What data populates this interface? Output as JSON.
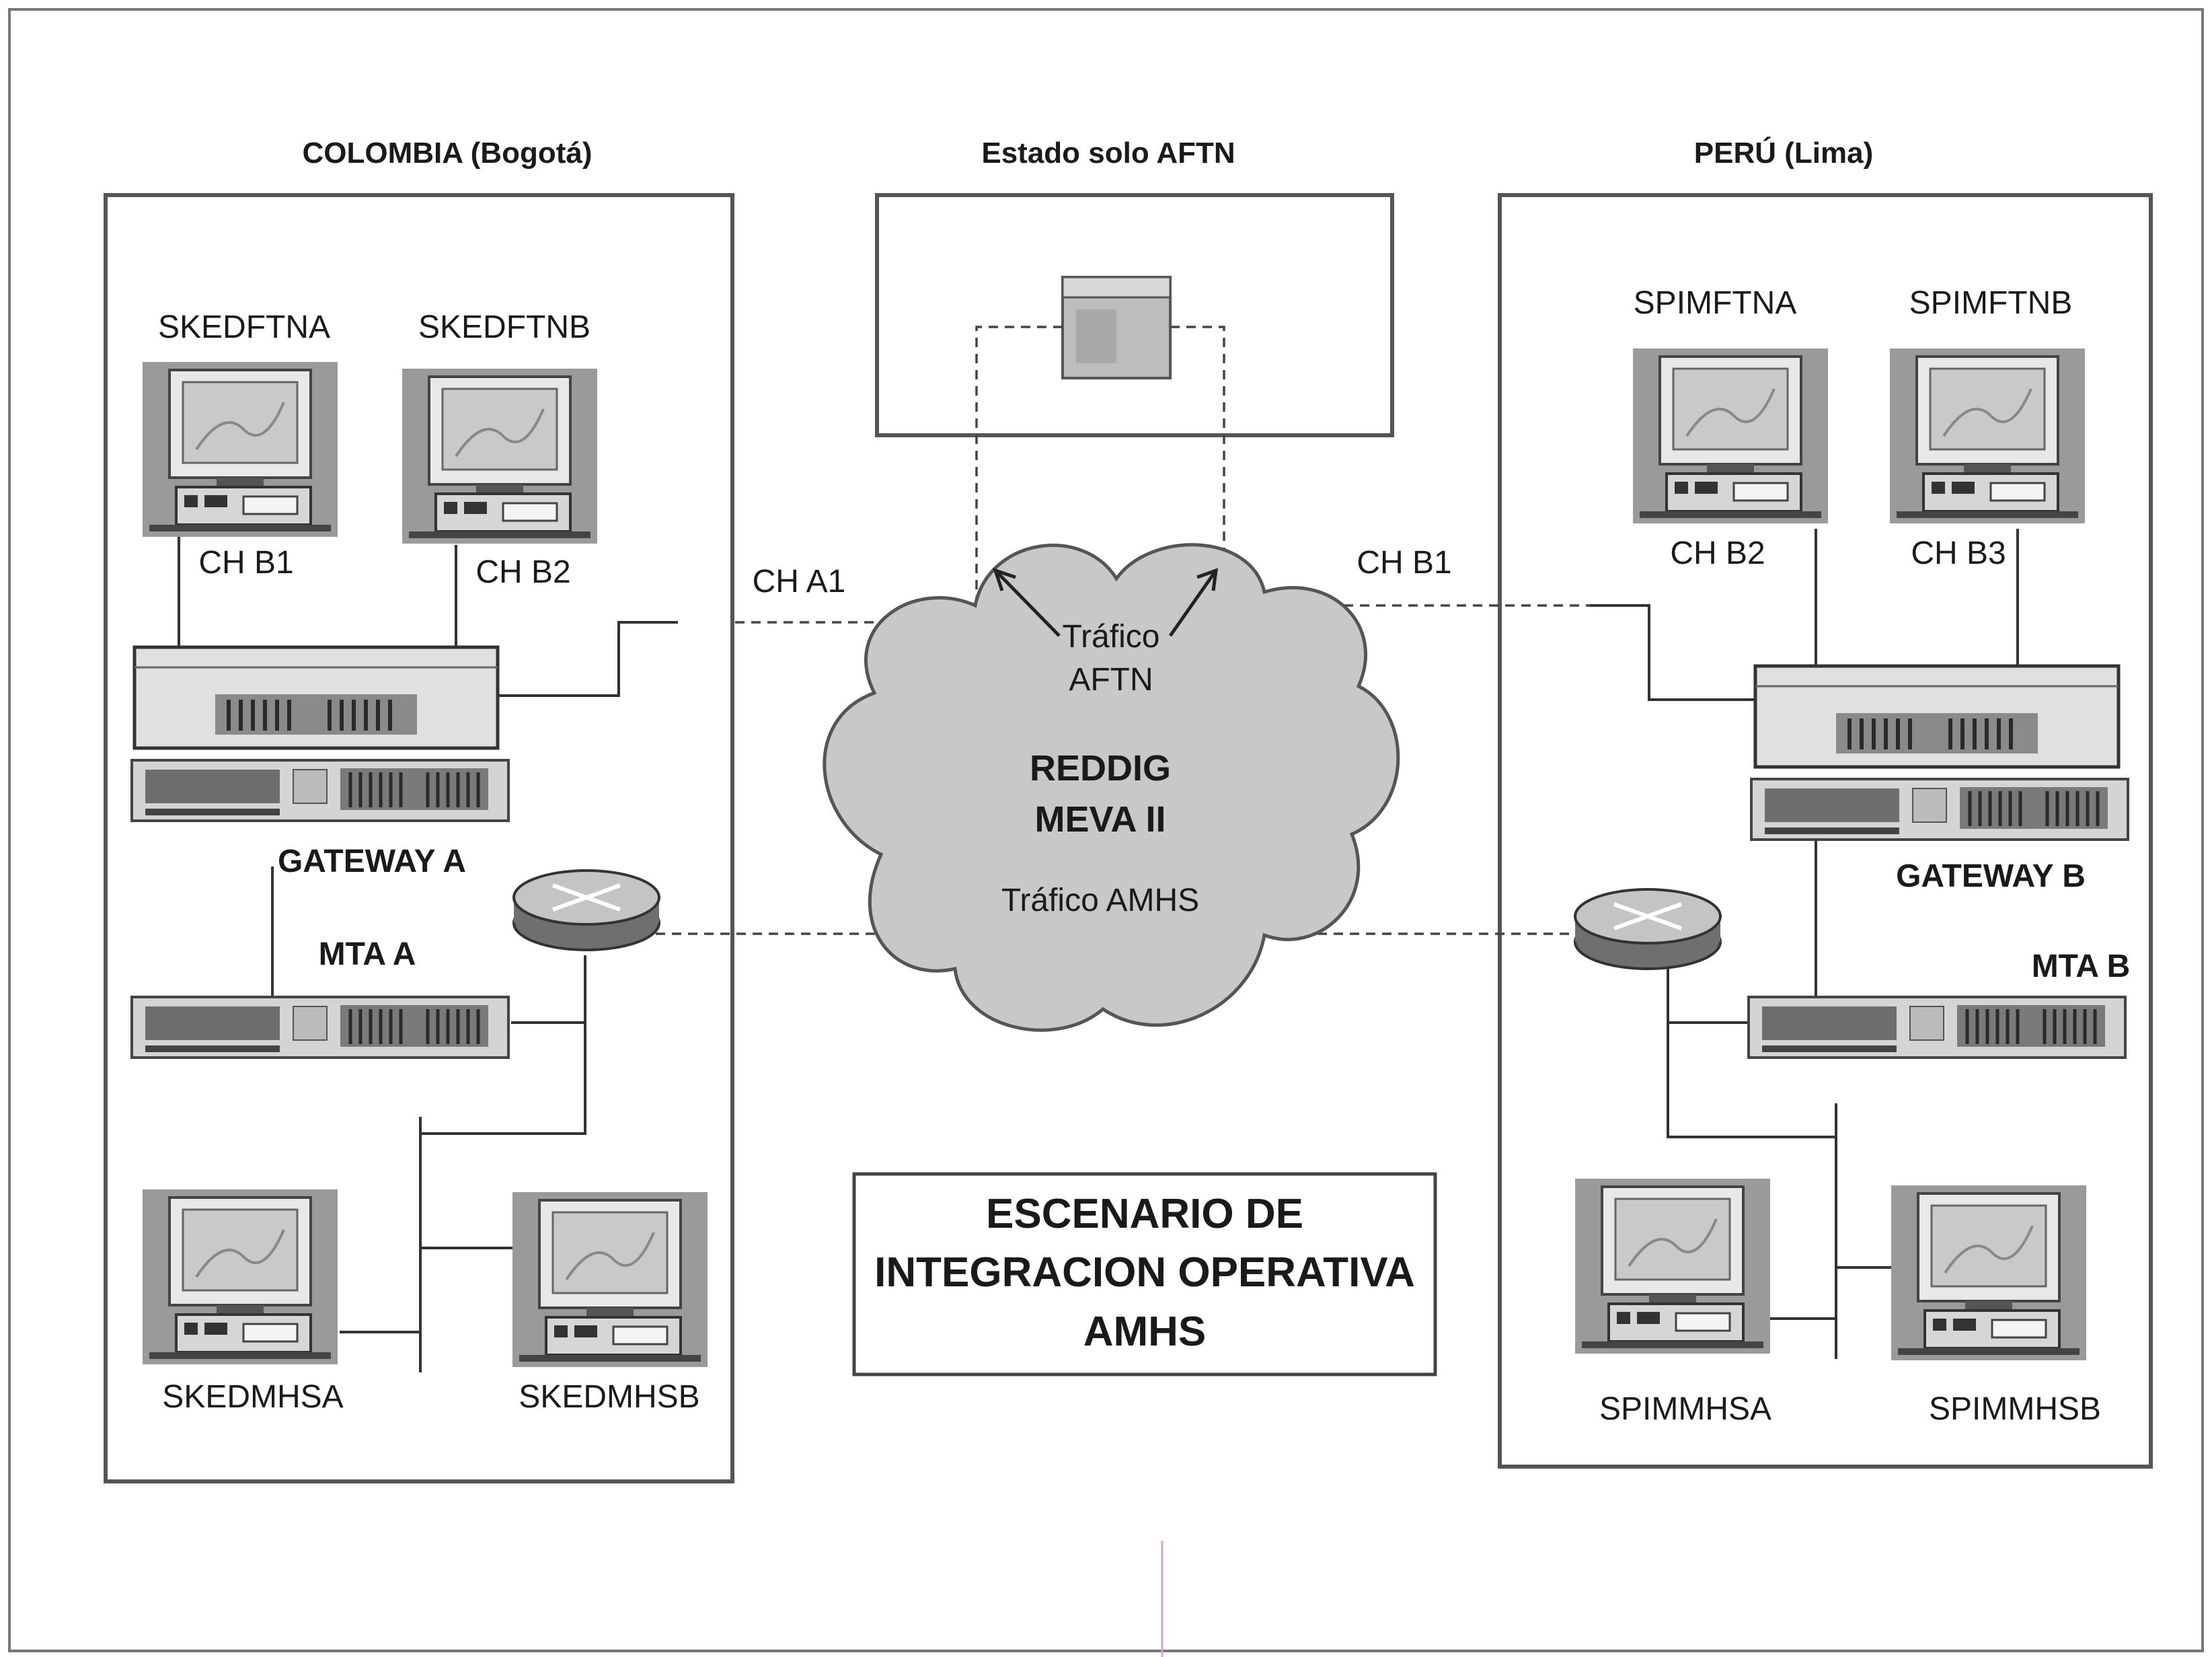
{
  "regions": {
    "colombia": "COLOMBIA (Bogotá)",
    "aftn_state": "Estado solo AFTN",
    "peru": "PERÚ (Lima)"
  },
  "colombia": {
    "top_left_pc": "SKEDFTNA",
    "top_right_pc": "SKEDFTNB",
    "ch_left": "CH B1",
    "ch_right": "CH B2",
    "gateway": "GATEWAY A",
    "mta": "MTA A",
    "bottom_left_pc": "SKEDMHSA",
    "bottom_right_pc": "SKEDMHSB"
  },
  "peru": {
    "top_left_pc": "SPIMFTNA",
    "top_right_pc": "SPIMFTNB",
    "ch_left": "CH B2",
    "ch_right": "CH B3",
    "gateway": "GATEWAY B",
    "mta": "MTA B",
    "bottom_left_pc": "SPIMMHSA",
    "bottom_right_pc": "SPIMMHSB"
  },
  "network": {
    "channel_left": "CH A1",
    "channel_right": "CH B1",
    "aftn_traffic_line1": "Tráfico",
    "aftn_traffic_line2": "AFTN",
    "cloud_line1": "REDDIG",
    "cloud_line2": "MEVA II",
    "amhs_traffic": "Tráfico AMHS"
  },
  "scenario_box": {
    "line1": "ESCENARIO DE",
    "line2": "INTEGRACION OPERATIVA",
    "line3": "AMHS"
  }
}
